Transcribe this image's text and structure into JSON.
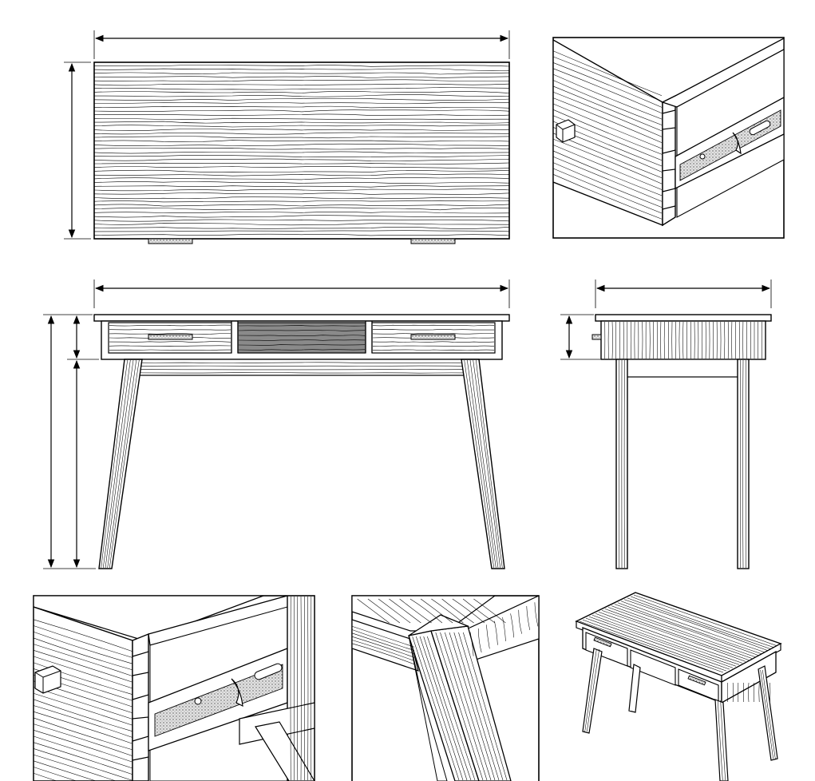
{
  "figure": {
    "views": [
      {
        "name": "top-view"
      },
      {
        "name": "drawer-slide-detail-top-right"
      },
      {
        "name": "front-elevation"
      },
      {
        "name": "side-elevation"
      },
      {
        "name": "drawer-slide-detail-bottom-left"
      },
      {
        "name": "leg-joint-detail"
      },
      {
        "name": "isometric-view"
      }
    ],
    "colors": {
      "ink": "#000000",
      "paper": "#ffffff",
      "cubby-fill": "#8a8a8a",
      "stipple-fill": "#d9d9d9"
    },
    "dimension_lines_labeled": false
  }
}
